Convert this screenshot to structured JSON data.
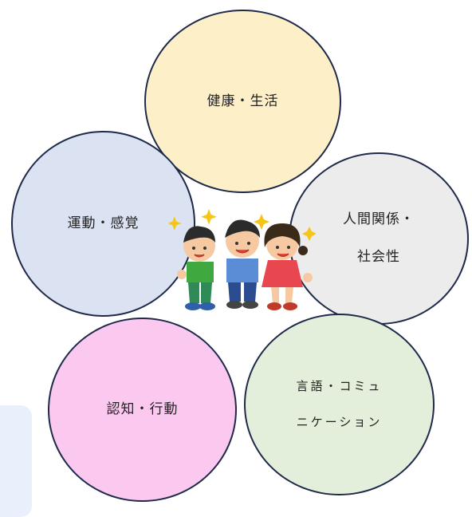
{
  "diagram": {
    "nodes": [
      {
        "id": "health",
        "lines": [
          "健康・生活"
        ],
        "color": "#fdf0c9"
      },
      {
        "id": "social",
        "lines": [
          "人間関係・",
          "社会性"
        ],
        "color": "#ececec"
      },
      {
        "id": "motor",
        "lines": [
          "運動・感覚"
        ],
        "color": "#dbe3f3"
      },
      {
        "id": "communication",
        "lines": [
          "言語・コミュ",
          "ニケーション"
        ],
        "color": "#e3efdb"
      },
      {
        "id": "cognition",
        "lines": [
          "認知・行動"
        ],
        "color": "#fbc9f0"
      }
    ],
    "outline_color": "#1f2a4a",
    "center_illustration": "three-children-running-icon"
  }
}
